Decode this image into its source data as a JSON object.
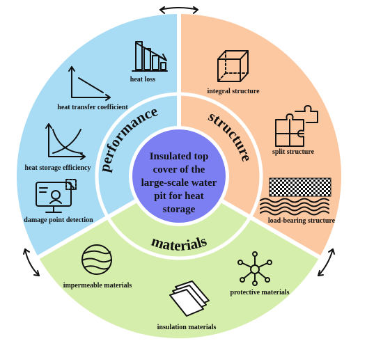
{
  "center": {
    "lines": [
      "Insulated top",
      "cover of the",
      "large-scale water",
      "pit for heat",
      "storage"
    ]
  },
  "ring": {
    "performance": "performance",
    "structure": "structure",
    "materials": "materials"
  },
  "items": {
    "heat_loss": "heat loss",
    "heat_transfer_coefficient": "heat transfer coefficient",
    "heat_storage_efficiency": "heat storage efficiency",
    "damage_point_detection": "damage point detection",
    "integral_structure": "integral structure",
    "split_structure": "split structure",
    "load_bearing_structure": "load-bearing structure",
    "impermeable_materials": "impermeable materials",
    "insulation_materials": "insulation materials",
    "protective_materials": "protective materials"
  },
  "colors": {
    "performance": "#a8dcf4",
    "structure": "#fcc8a2",
    "materials": "#d6eeac",
    "center": "#7b7ff2",
    "divider": "#ffffff"
  },
  "icons": {
    "heat_loss": "descending-bar-chart-icon",
    "heat_transfer_coefficient": "decreasing-line-graph-icon",
    "heat_storage_efficiency": "crossing-curves-graph-icon",
    "damage_point_detection": "monitor-inspection-icon",
    "integral_structure": "cube-icon",
    "split_structure": "puzzle-icon",
    "load_bearing_structure": "layered-ground-icon",
    "impermeable_materials": "striped-ball-icon",
    "insulation_materials": "stacked-sheets-icon",
    "protective_materials": "molecule-network-icon",
    "rotate_arrows": "double-headed-arrow-icon"
  }
}
